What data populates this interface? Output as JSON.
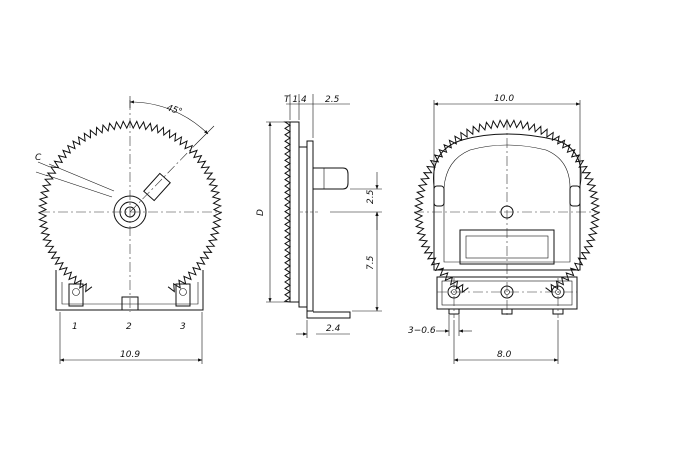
{
  "front_view": {
    "angle_label": "45°",
    "tooth_label": "C",
    "pin_labels": [
      "1",
      "2",
      "3"
    ],
    "width_label": "10.9"
  },
  "side_view": {
    "thickness_label": "T 1.4",
    "shaft_label": "2.5",
    "diameter_label": "D",
    "shaft_height_label": "2.5",
    "pin_height_label": "7.5",
    "pin_offset_label": "2.4"
  },
  "rear_view": {
    "width_label": "10.0",
    "pin_count_label": "3−0.6",
    "pitch_label": "8.0"
  }
}
